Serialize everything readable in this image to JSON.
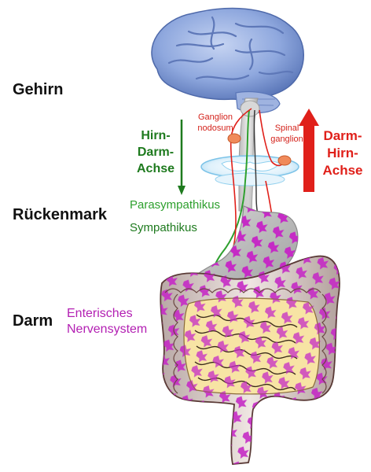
{
  "regions": {
    "brain": "Gehirn",
    "spinal_cord": "Rückenmark",
    "gut": "Darm"
  },
  "axes": {
    "brain_gut": [
      "Hirn-",
      "Darm-",
      "Achse"
    ],
    "gut_brain": [
      "Darm-",
      "Hirn-",
      "Achse"
    ]
  },
  "ganglia": {
    "nodosum": [
      "Ganglion",
      "nodosum"
    ],
    "spinal": [
      "Spinal",
      "ganglion"
    ]
  },
  "nerves": {
    "parasympathetic": "Parasympathikus",
    "sympathetic": "Sympathikus"
  },
  "enteric_system": [
    "Enterisches",
    "Nervensystem"
  ],
  "colors": {
    "green_axis": "#1e7a1e",
    "red_axis": "#e0201a",
    "enteric": "#b320b3",
    "parasympathetic": "#2ea02e",
    "brain": "#8aa6dc",
    "ganglion": "#f08a5a"
  }
}
